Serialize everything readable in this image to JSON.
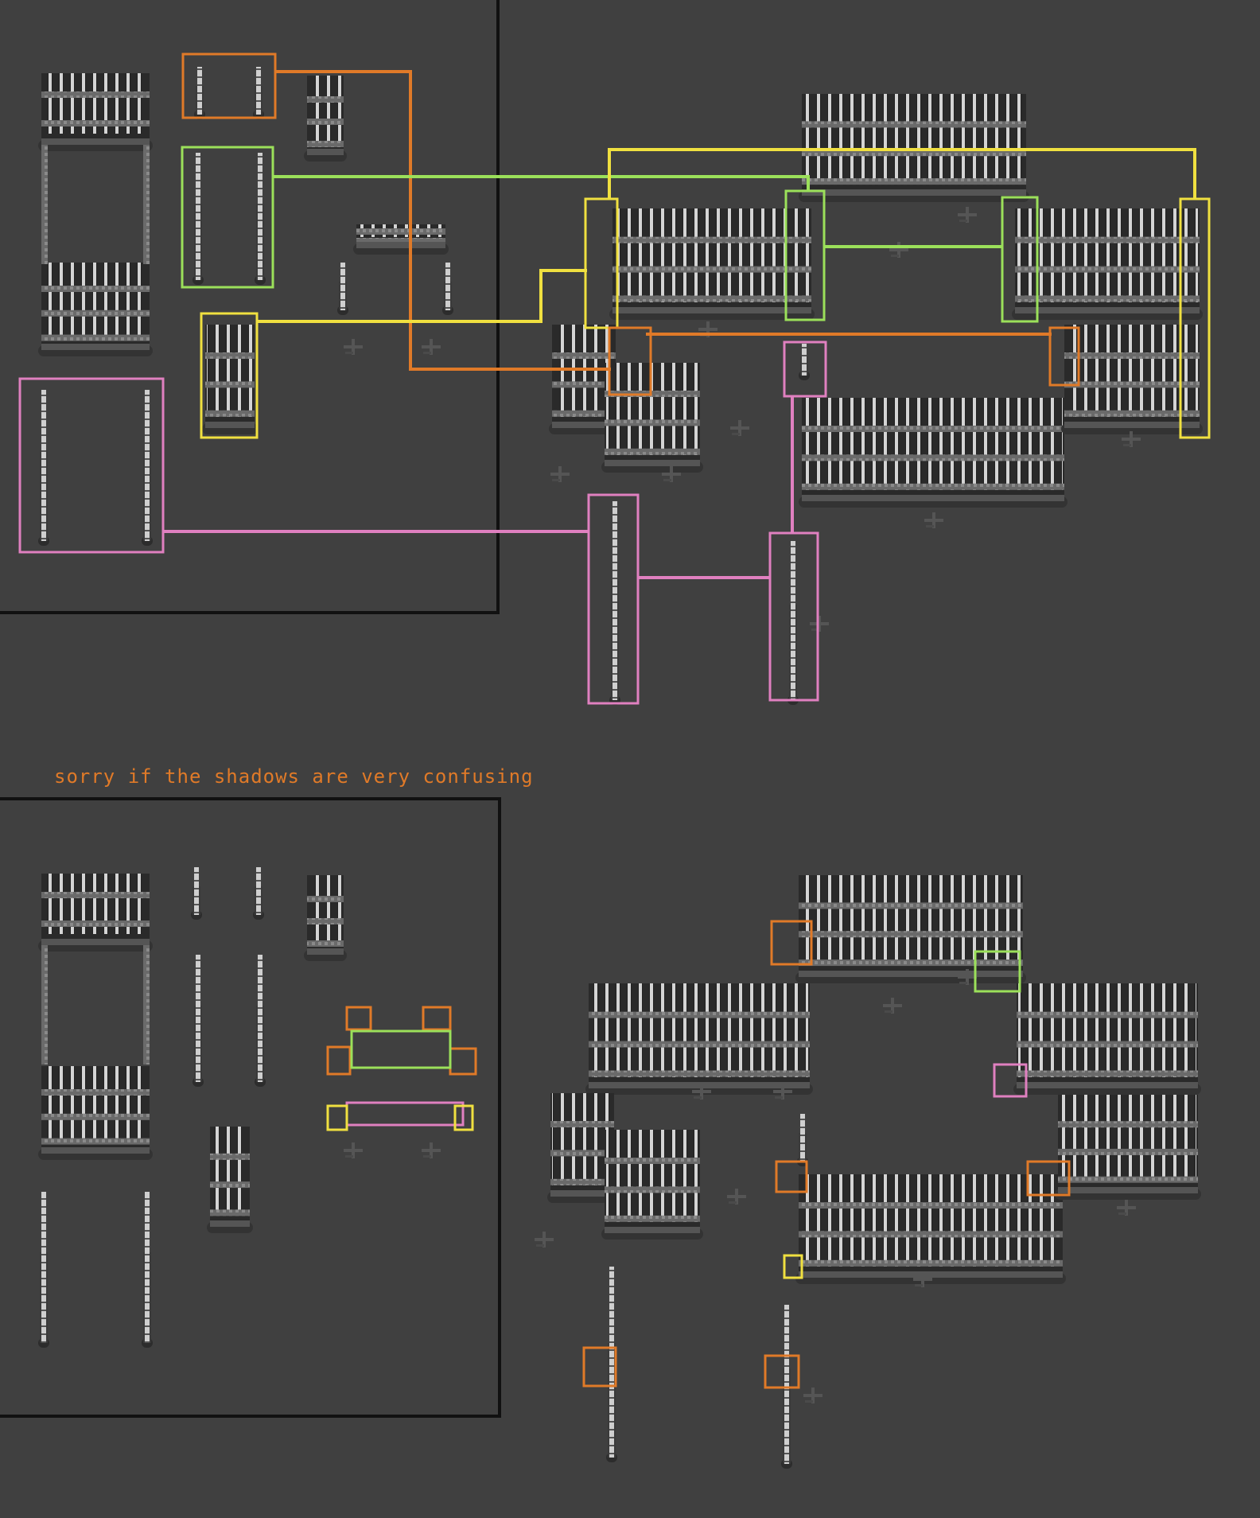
{
  "caption": "sorry if the shadows are very confusing",
  "colors": {
    "background": "#404040",
    "panel_border": "#111111",
    "fence_dark": "#2a2a2a",
    "fence_mid": "#666666",
    "fence_light": "#d4d4d4",
    "fence_shadow": "#333333",
    "orange": "#e07a28",
    "green": "#9be05a",
    "yellow": "#f0e040",
    "pink": "#e080c0",
    "caption": "#e07a28"
  },
  "legend_colors": [
    "orange",
    "green",
    "yellow",
    "pink"
  ],
  "tileset_panels": [
    "top-tileset-panel",
    "bottom-tileset-panel"
  ]
}
